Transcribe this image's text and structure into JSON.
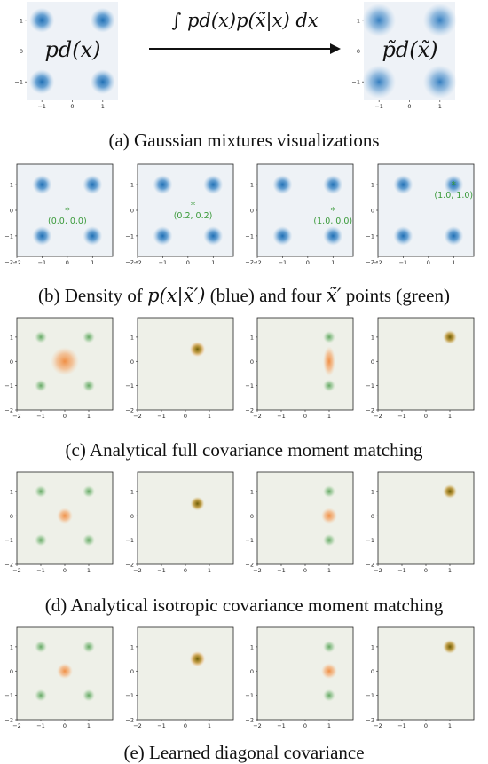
{
  "captions": {
    "a": "(a) Gaussian mixtures visualizations",
    "b_prefix": "(b) Density of",
    "b_math": "p(x|x̃′)",
    "b_suffix": "(blue) and four",
    "b_math2": "x̃′",
    "b_suffix2": "points (green)",
    "c": "(c) Analytical full covariance moment matching",
    "d": "(d) Analytical isotropic covariance moment matching",
    "e": "(e) Learned diagonal covariance"
  },
  "row_a": {
    "left_label": "pd(x)",
    "right_label": "p̃d(x̃)",
    "arrow_formula": "∫ pd(x)p(x̃|x) dx",
    "yticks": [
      "1",
      "0",
      "−1"
    ],
    "xticks": [
      "−1",
      "0",
      "1"
    ]
  },
  "row_b": {
    "points": [
      "(0.0, 0.0)",
      "(0.2, 0.2)",
      "(1.0, 0.0)",
      "(1.0, 1.0)"
    ],
    "yticks": [
      "1",
      "0",
      "−1",
      "−2"
    ],
    "xticks": [
      "−2",
      "−1",
      "0",
      "1"
    ]
  },
  "rows_cde": {
    "yticks": [
      "1",
      "0",
      "−1",
      "−2"
    ],
    "xticks": [
      "−2",
      "−1",
      "0",
      "1"
    ]
  },
  "colors": {
    "blue": "#1f6fb4",
    "green": "#3a9a3a",
    "orange": "#f08a3c",
    "olive": "#8a7a10",
    "panel_bg": "#eef0e8",
    "panel_bg_b": "#eef2f6"
  },
  "chart_data": [
    {
      "type": "heatmap",
      "panel": "a-left",
      "components": [
        [
          -1,
          1
        ],
        [
          1,
          1
        ],
        [
          -1,
          -1
        ],
        [
          1,
          -1
        ]
      ],
      "color": "blue"
    },
    {
      "type": "heatmap",
      "panel": "a-right",
      "components": [
        [
          -1,
          1
        ],
        [
          1,
          1
        ],
        [
          -1,
          -1
        ],
        [
          1,
          -1
        ]
      ],
      "color": "blue"
    },
    {
      "type": "heatmap",
      "panel": "b-1",
      "components": [
        [
          -1,
          1
        ],
        [
          1,
          1
        ],
        [
          -1,
          -1
        ],
        [
          1,
          -1
        ]
      ],
      "marker": [
        0,
        0
      ],
      "label": "(0.0, 0.0)"
    },
    {
      "type": "heatmap",
      "panel": "b-2",
      "components": [
        [
          -1,
          1
        ],
        [
          1,
          1
        ],
        [
          -1,
          -1
        ],
        [
          1,
          -1
        ]
      ],
      "marker": [
        0.2,
        0.2
      ],
      "label": "(0.2, 0.2)"
    },
    {
      "type": "heatmap",
      "panel": "b-3",
      "components": [
        [
          -1,
          1
        ],
        [
          1,
          1
        ],
        [
          -1,
          -1
        ],
        [
          1,
          -1
        ]
      ],
      "marker": [
        1,
        0
      ],
      "label": "(1.0, 0.0)"
    },
    {
      "type": "heatmap",
      "panel": "b-4",
      "components": [
        [
          -1,
          1
        ],
        [
          1,
          1
        ],
        [
          -1,
          -1
        ],
        [
          1,
          -1
        ]
      ],
      "marker": [
        1,
        1
      ],
      "label": "(1.0, 1.0)"
    },
    {
      "type": "heatmap",
      "panel": "c-1",
      "green": [
        [
          -1,
          1
        ],
        [
          1,
          1
        ],
        [
          -1,
          -1
        ],
        [
          1,
          -1
        ]
      ],
      "orange": {
        "center": [
          0,
          0
        ],
        "spread": "large"
      }
    },
    {
      "type": "heatmap",
      "panel": "c-2",
      "green": [
        [
          0.5,
          0.5
        ]
      ],
      "orange": {
        "center": [
          0.5,
          0.5
        ],
        "spread": "small"
      }
    },
    {
      "type": "heatmap",
      "panel": "c-3",
      "green": [
        [
          1,
          1
        ],
        [
          1,
          -1
        ]
      ],
      "orange": {
        "center": [
          1,
          0
        ],
        "spread": "vertical"
      }
    },
    {
      "type": "heatmap",
      "panel": "c-4",
      "green": [
        [
          1,
          1
        ]
      ],
      "orange": {
        "center": [
          1,
          1
        ],
        "spread": "tiny"
      }
    },
    {
      "type": "heatmap",
      "panel": "d-1",
      "green": [
        [
          -1,
          1
        ],
        [
          1,
          1
        ],
        [
          -1,
          -1
        ],
        [
          1,
          -1
        ]
      ],
      "orange": {
        "center": [
          0,
          0
        ],
        "spread": "small"
      }
    },
    {
      "type": "heatmap",
      "panel": "d-2",
      "green": [
        [
          0.5,
          0.5
        ]
      ],
      "orange": {
        "center": [
          0.5,
          0.5
        ],
        "spread": "tiny"
      }
    },
    {
      "type": "heatmap",
      "panel": "d-3",
      "green": [
        [
          1,
          1
        ],
        [
          1,
          -1
        ]
      ],
      "orange": {
        "center": [
          1,
          0
        ],
        "spread": "small"
      }
    },
    {
      "type": "heatmap",
      "panel": "d-4",
      "green": [
        [
          1,
          1
        ]
      ],
      "orange": {
        "center": [
          1,
          1
        ],
        "spread": "tiny"
      }
    },
    {
      "type": "heatmap",
      "panel": "e-1",
      "green": [
        [
          -1,
          1
        ],
        [
          1,
          1
        ],
        [
          -1,
          -1
        ],
        [
          1,
          -1
        ]
      ],
      "orange": {
        "center": [
          0,
          0
        ],
        "spread": "small"
      }
    },
    {
      "type": "heatmap",
      "panel": "e-2",
      "green": [
        [
          0.5,
          0.5
        ]
      ],
      "orange": {
        "center": [
          0.5,
          0.5
        ],
        "spread": "small"
      }
    },
    {
      "type": "heatmap",
      "panel": "e-3",
      "green": [
        [
          1,
          1
        ],
        [
          1,
          -1
        ]
      ],
      "orange": {
        "center": [
          1,
          0
        ],
        "spread": "small"
      }
    },
    {
      "type": "heatmap",
      "panel": "e-4",
      "green": [
        [
          1,
          1
        ]
      ],
      "orange": {
        "center": [
          1,
          1
        ],
        "spread": "tiny"
      }
    }
  ]
}
